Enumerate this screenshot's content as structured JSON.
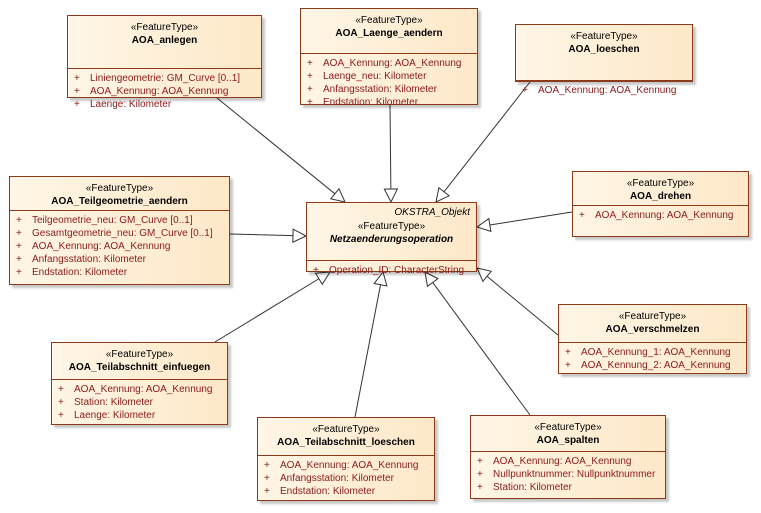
{
  "classes": [
    {
      "id": "anlegen",
      "stereotype": "«FeatureType»",
      "name": "AOA_anlegen",
      "attributes": [
        "Liniengeometrie: GM_Curve [0..1]",
        "AOA_Kennung: AOA_Kennung",
        "Laenge: Kilometer"
      ]
    },
    {
      "id": "laenge_aendern",
      "stereotype": "«FeatureType»",
      "name": "AOA_Laenge_aendern",
      "attributes": [
        "AOA_Kennung: AOA_Kennung",
        "Laenge_neu: Kilometer",
        "Anfangsstation: Kilometer",
        "Endstation: Kilometer"
      ]
    },
    {
      "id": "loeschen",
      "stereotype": "«FeatureType»",
      "name": "AOA_loeschen",
      "attributes": [
        "AOA_Kennung: AOA_Kennung"
      ]
    },
    {
      "id": "teilgeometrie_aendern",
      "stereotype": "«FeatureType»",
      "name": "AOA_Teilgeometrie_aendern",
      "attributes": [
        "Teilgeometrie_neu: GM_Curve [0..1]",
        "Gesamtgeometrie_neu: GM_Curve [0..1]",
        "AOA_Kennung: AOA_Kennung",
        "Anfangsstation: Kilometer",
        "Endstation: Kilometer"
      ]
    },
    {
      "id": "netz",
      "stereotype": "«FeatureType»",
      "name": "Netzaenderungsoperation",
      "package": "OKSTRA_Objekt",
      "abstract": true,
      "attributes": [
        "Operation_ID: CharacterString"
      ]
    },
    {
      "id": "drehen",
      "stereotype": "«FeatureType»",
      "name": "AOA_drehen",
      "attributes": [
        "AOA_Kennung: AOA_Kennung"
      ]
    },
    {
      "id": "verschmelzen",
      "stereotype": "«FeatureType»",
      "name": "AOA_verschmelzen",
      "attributes": [
        "AOA_Kennung_1: AOA_Kennung",
        "AOA_Kennung_2: AOA_Kennung"
      ]
    },
    {
      "id": "teilabschnitt_einfuegen",
      "stereotype": "«FeatureType»",
      "name": "AOA_Teilabschnitt_einfuegen",
      "attributes": [
        "AOA_Kennung: AOA_Kennung",
        "Station: Kilometer",
        "Laenge: Kilometer"
      ]
    },
    {
      "id": "teilabschnitt_loeschen",
      "stereotype": "«FeatureType»",
      "name": "AOA_Teilabschnitt_loeschen",
      "attributes": [
        "AOA_Kennung: AOA_Kennung",
        "Anfangsstation: Kilometer",
        "Endstation: Kilometer"
      ]
    },
    {
      "id": "spalten",
      "stereotype": "«FeatureType»",
      "name": "AOA_spalten",
      "attributes": [
        "AOA_Kennung: AOA_Kennung",
        "Nullpunktnummer: Nullpunktnummer",
        "Station: Kilometer"
      ]
    }
  ],
  "visibility_symbol": "+",
  "generalizations": [
    {
      "from": "anlegen",
      "to": "netz"
    },
    {
      "from": "laenge_aendern",
      "to": "netz"
    },
    {
      "from": "loeschen",
      "to": "netz"
    },
    {
      "from": "teilgeometrie_aendern",
      "to": "netz"
    },
    {
      "from": "drehen",
      "to": "netz"
    },
    {
      "from": "verschmelzen",
      "to": "netz"
    },
    {
      "from": "teilabschnitt_einfuegen",
      "to": "netz"
    },
    {
      "from": "teilabschnitt_loeschen",
      "to": "netz"
    },
    {
      "from": "spalten",
      "to": "netz"
    }
  ],
  "colors": {
    "border": "#8b3a1a",
    "attribute_text": "#8b1a1a",
    "line": "#333333"
  }
}
